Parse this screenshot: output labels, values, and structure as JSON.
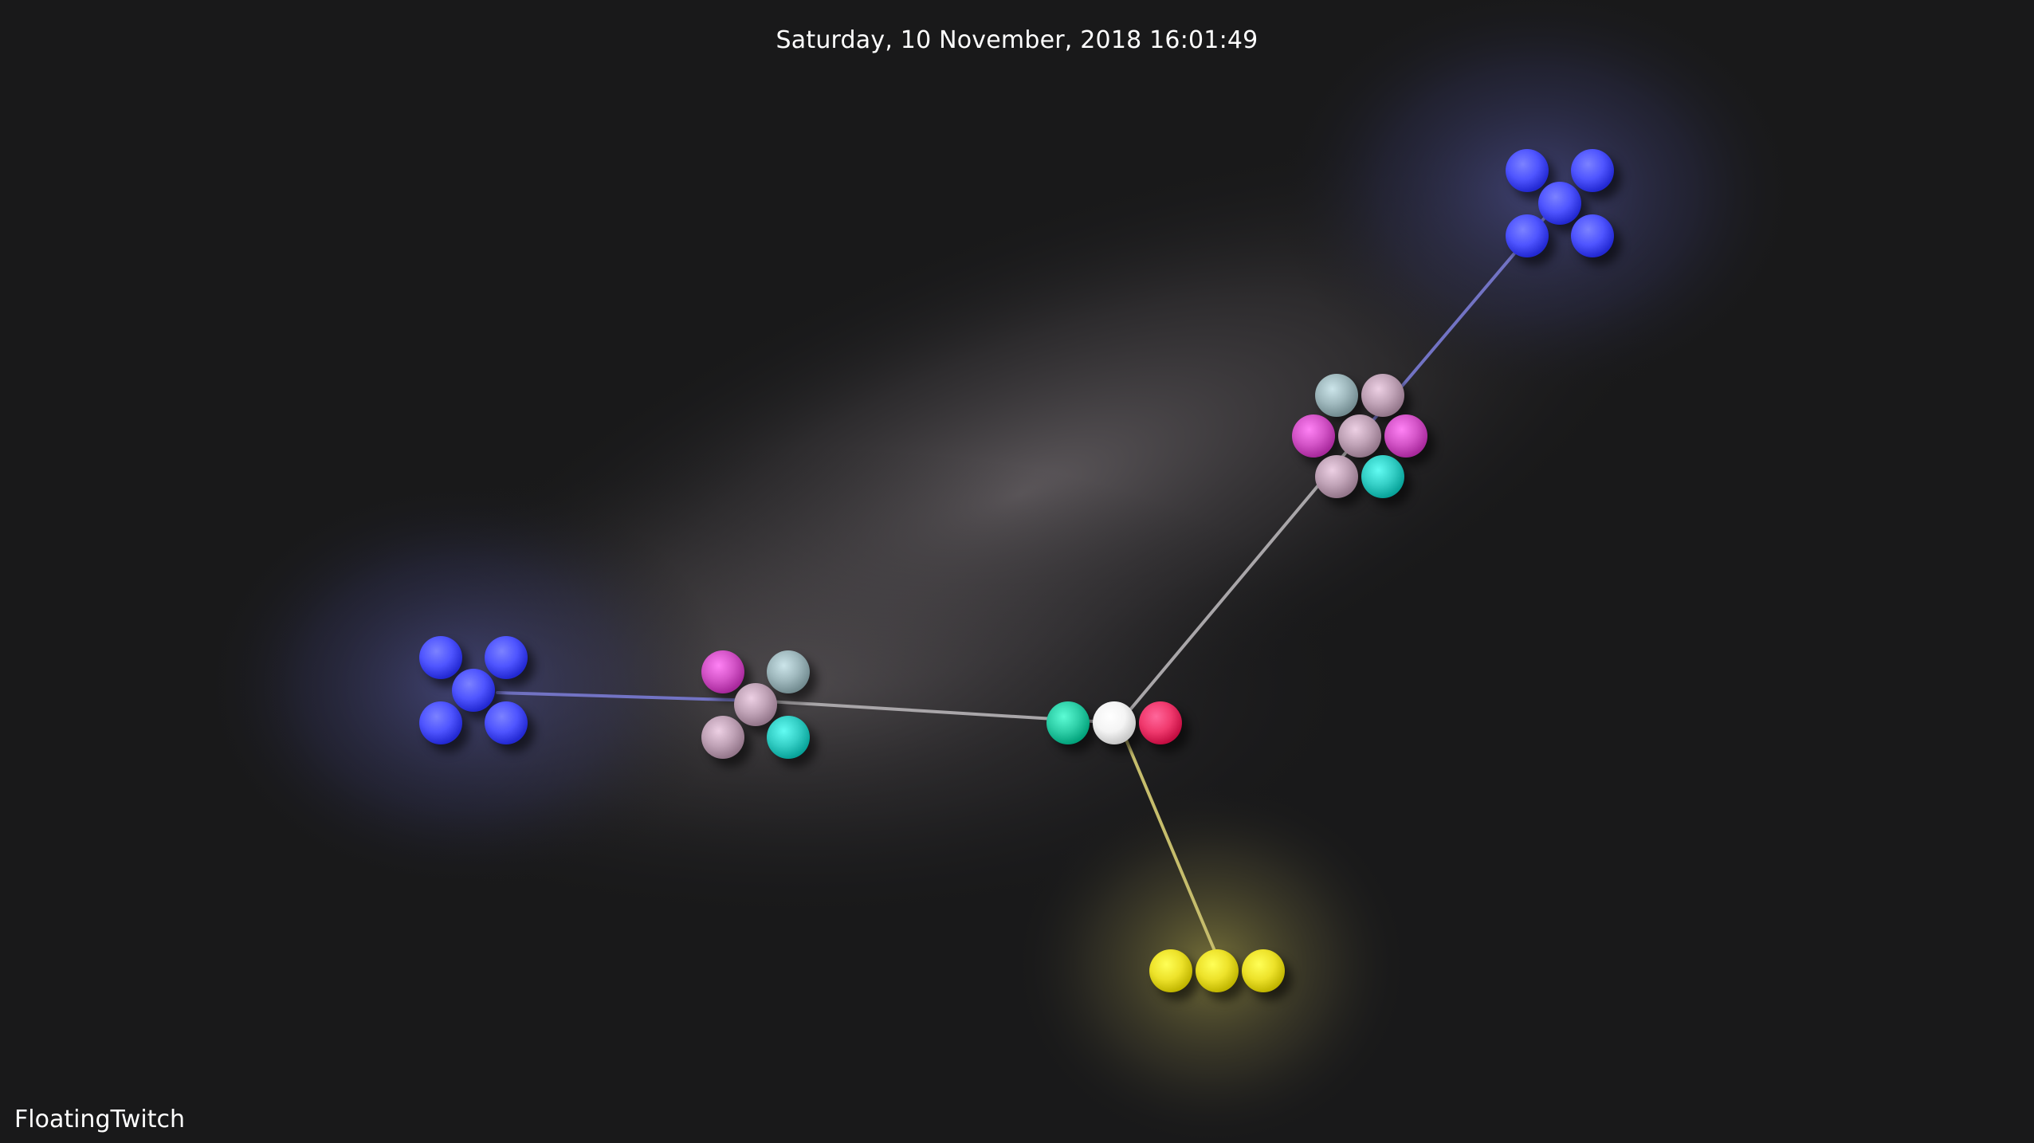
{
  "header": {
    "timestamp": "Saturday, 10 November, 2018 16:01:49"
  },
  "footer": {
    "app_name": "FloatingTwitch"
  },
  "colors": {
    "background": "#19191a",
    "blue": "#4f55ff",
    "magenta": "#d455c8",
    "mauve": "#c0a3b7",
    "grey_teal": "#9fb8bd",
    "teal": "#35cfc6",
    "green_teal": "#2fcfa8",
    "white": "#f4f4f4",
    "red": "#f03a6e",
    "yellow": "#ede22a"
  },
  "graph": {
    "nodes": [
      {
        "id": "center",
        "name": "center-cluster",
        "balls": [
          "green_teal",
          "white",
          "red"
        ]
      },
      {
        "id": "upper-mixed",
        "name": "upper-mixed-cluster",
        "balls": [
          "grey_teal",
          "mauve",
          "magenta",
          "mauve",
          "magenta",
          "mauve",
          "teal"
        ]
      },
      {
        "id": "top-right-blue",
        "name": "top-right-blue-cluster",
        "balls": [
          "blue",
          "blue",
          "blue",
          "blue",
          "blue"
        ],
        "glow": "blue"
      },
      {
        "id": "left-mixed",
        "name": "left-mixed-cluster",
        "balls": [
          "magenta",
          "grey_teal",
          "mauve",
          "mauve",
          "teal"
        ]
      },
      {
        "id": "left-blue",
        "name": "left-blue-cluster",
        "balls": [
          "blue",
          "blue",
          "blue",
          "blue",
          "blue"
        ],
        "glow": "blue"
      },
      {
        "id": "bottom-yellow",
        "name": "bottom-yellow-cluster",
        "balls": [
          "yellow",
          "yellow",
          "yellow"
        ],
        "glow": "yellow"
      }
    ],
    "edges": [
      {
        "from": "center",
        "to": "upper-mixed",
        "color": "grey"
      },
      {
        "from": "upper-mixed",
        "to": "top-right-blue",
        "color": "blue"
      },
      {
        "from": "center",
        "to": "left-mixed",
        "color": "grey"
      },
      {
        "from": "left-mixed",
        "to": "left-blue",
        "color": "blue"
      },
      {
        "from": "center",
        "to": "bottom-yellow",
        "color": "yellow"
      }
    ]
  }
}
